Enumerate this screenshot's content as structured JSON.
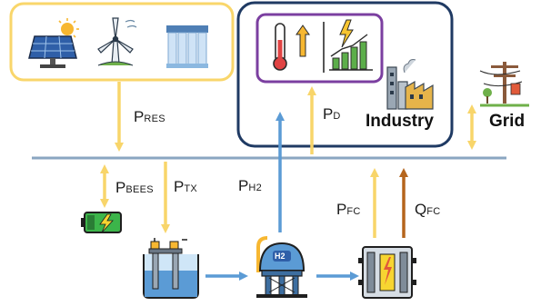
{
  "labels": {
    "p_res": {
      "main": "P",
      "sub": "RES"
    },
    "p_bees": {
      "main": "P",
      "sub": "BEES"
    },
    "p_tx": {
      "main": "P",
      "sub": "TX"
    },
    "p_h2": {
      "main": "P",
      "sub": "H2"
    },
    "p_d": {
      "main": "P",
      "sub": "D"
    },
    "p_fc": {
      "main": "P",
      "sub": "FC"
    },
    "q_fc": {
      "main": "Q",
      "sub": "FC"
    }
  },
  "industry_label": "Industry",
  "grid_label": "Grid",
  "h2_tank_text": "H2",
  "colors": {
    "res_box": "#f9d66b",
    "industry_box": "#1f3a63",
    "demand_box": "#7b3fa0",
    "bus_line": "#8aa6c1",
    "power_arrow": "#f8d56a",
    "hydrogen_arrow": "#5b9bd5",
    "heat_arrow": "#b5651d"
  },
  "icons": [
    "solar-panel-icon",
    "wind-turbine-icon",
    "hydro-dam-icon",
    "thermometer-icon",
    "demand-chart-icon",
    "factory-icon",
    "power-pole-icon",
    "battery-icon",
    "electrolyzer-icon",
    "hydrogen-tank-icon",
    "fuel-cell-icon"
  ]
}
